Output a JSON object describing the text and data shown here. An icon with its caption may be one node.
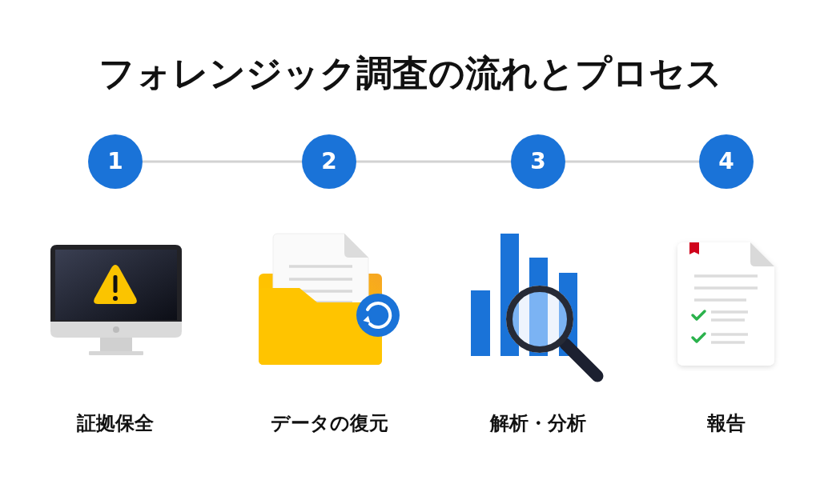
{
  "diagram": {
    "title": "フォレンジック調査の流れとプロセス",
    "nodes": [
      {
        "text": [
          "1"
        ]
      },
      {
        "text": [
          "2"
        ]
      },
      {
        "text": [
          "3"
        ]
      },
      {
        "text": [
          "4"
        ]
      }
    ],
    "edges": [
      {
        "from": 0,
        "to": 1,
        "arrow": "none"
      },
      {
        "from": 1,
        "to": 2,
        "arrow": "none"
      },
      {
        "from": 2,
        "to": 3,
        "arrow": "none"
      }
    ],
    "labels": [
      "証拠保全",
      "データの復元",
      "解析・分析",
      "報告"
    ]
  }
}
